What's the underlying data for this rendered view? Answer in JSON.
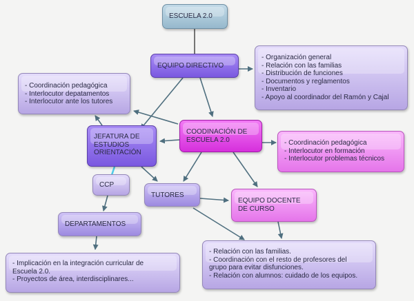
{
  "nodes": {
    "escuela": "ESCUELA 2.0",
    "equipo_directivo": "EQUIPO DIRECTIVO",
    "equipo_directivo_list": [
      "- Organización general",
      "- Relación con las familias",
      "- Distribución de funciones",
      "- Documentos y reglamentos",
      "- Inventario",
      "- Apoyo al coordinador del Ramón y Cajal"
    ],
    "jefatura_list": [
      "- Coordinación pedagógica",
      "- Interlocutor depatamentos",
      "- Interlocutor ante los tutores"
    ],
    "jefatura": [
      "JEFATURA DE",
      "ESTUDIOS",
      "ORIENTACIÓN"
    ],
    "coordinacion": [
      "COODINACIÓN DE",
      "ESCUELA 2.0"
    ],
    "coordinacion_list": [
      "- Coordinación pedagógica",
      "- Interlocutor en formación",
      "- Interlocutor problemas técnicos"
    ],
    "ccp": "CCP",
    "tutores": "TUTORES",
    "equipo_docente": [
      "EQUIPO DOCENTE",
      "DE CURSO"
    ],
    "departamentos": "DEPARTAMENTOS",
    "departamentos_list": [
      "- Implicación en la integración curricular de",
      "Escuela 2.0.",
      "- Proyectos de área, interdisciplinares..."
    ],
    "docente_list": [
      "- Relación con las familias.",
      "- Coordinación con el resto de profesores del",
      "grupo para evitar disfunciones.",
      "- Relación con alumnos: cuidado de los equipos."
    ]
  },
  "colors": {
    "edge": "#4f6f7f",
    "link": "#4fc9e8"
  }
}
